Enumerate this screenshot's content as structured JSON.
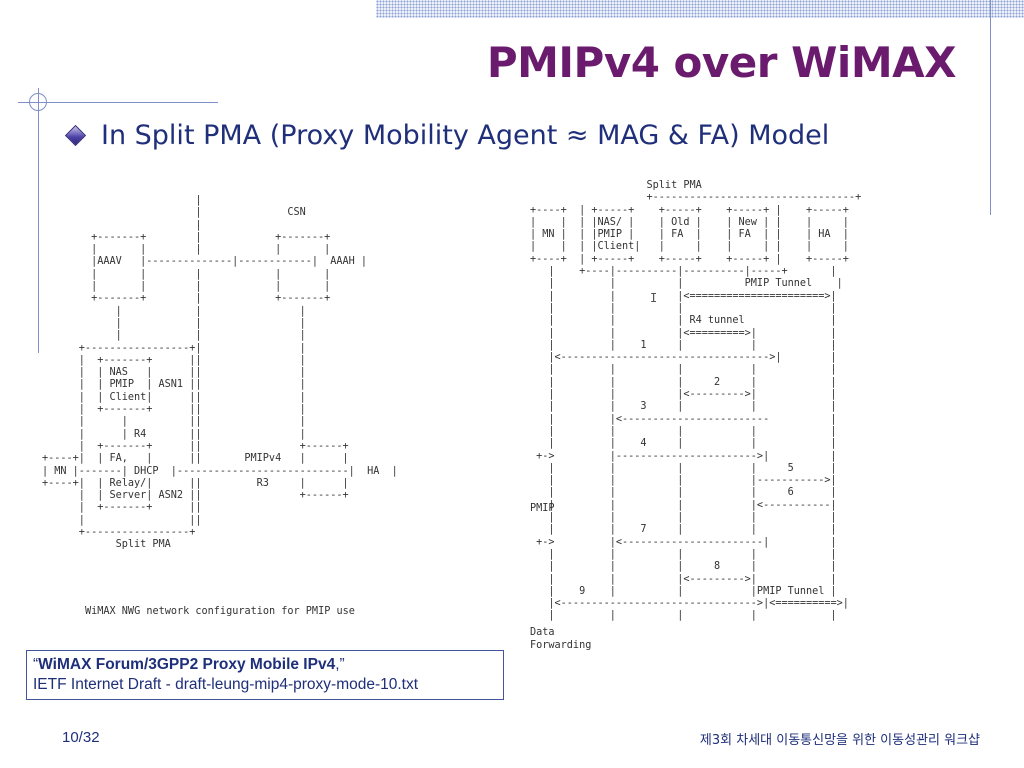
{
  "slide": {
    "title": "PMIPv4 over WiMAX",
    "bullet": "In Split PMA (Proxy Mobility Agent ≈ MAG & FA) Model",
    "bullet_icon": "diamond-bullet-icon",
    "accent_color": "#6a1b6e",
    "text_color": "#1f2f7a"
  },
  "diagram_left": {
    "text": "                         |                                      \n                         |              CSN                     \n                         |                                      \n        +-------+        |            +-------+                 \n        |       |        |            |       |                 \n        |AAAV   |--------------|------------|  AAAH |           \n        |       |        |            |       |                 \n        |       |        |            |       |                 \n        +-------+        |            +-------+                 \n            |            |                |                     \n            |            |                |                     \n            |            |                |                     \n      +-----------------+|                |                     \n      |  +-------+      ||                |                     \n      |  | NAS   |      ||                |                     \n      |  | PMIP  | ASN1 ||                |                     \n      |  | Client|      ||                |                     \n      |  +-------+      ||                |                     \n      |      |          ||                |                     \n      |      | R4       ||                |                     \n      |  +-------+      ||                +------+              \n+----+|  | FA,   |      ||       PMIPv4   |      |              \n| MN |-------| DHCP  |----------------------------|  HA  |      \n+----+|  | Relay/|      ||         R3     |      |              \n      |  | Server| ASN2 ||                +------+              \n      |  +-------+      ||                                      \n      |                 ||                                      \n      +-----------------+                                       \n            Split PMA                                           "
  },
  "diagram_caption": "WiMAX NWG network configuration for PMIP use",
  "diagram_right": {
    "text": "                   Split PMA\n                   +---------------------------------+\n+----+  | +-----+    +-----+    +-----+ |    +-----+\n|    |  | |NAS/ |    | Old |    | New | |    |     |\n| MN |  | |PMIP |    | FA  |    | FA  | |    | HA  |\n|    |  | |Client|   |     |    |     | |    |     |\n+----+  | +-----+    +-----+    +-----+ |    +-----+\n   |    +----|----------|----------|-----+       |\n   |         |          |          PMIP Tunnel    |\n   |         |          |<======================>|\n   |         |          |                        |\n   |         |          | R4 tunnel              |\n   |         |          |<=========>|            |\n   |         |    1     |           |            |\n   |<---------------------------------->|        |\n   |         |          |           |            |\n   |         |          |     2     |            |\n   |         |          |<--------->|            |\n   |         |    3     |           |            |\n   |         |<------------------------          |\n   |         |          |           |            |\n   |         |    4     |           |            |\n +->         |----------------------->|          |\n   |         |          |           |     5      |\n   |         |          |           |----------->|\n   |         |          |           |     6      |\n   |         |          |           |<-----------|\n   |         |          |           |            |\n   |         |    7     |           |            |\n +->         |<-----------------------|          |\n   |         |          |           |            |\n   |         |          |     8     |            |\n   |         |          |<--------->|            |\n   |    9    |          |           |PMIP Tunnel |\n   |<-------------------------------->|<==========>|\n   |         |          |           |            |",
    "pmip_label": "PMIP",
    "data_label": "Data",
    "forwarding_label": "Forwarding",
    "cursor_glyph": "I"
  },
  "reference": {
    "quote_open": "“",
    "title_bold": "WiMAX Forum/3GPP2 Proxy Mobile IPv4",
    "quote_close": ",”",
    "line2": "IETF Internet Draft - draft-leung-mip4-proxy-mode-10.txt"
  },
  "footer": {
    "page_number": "10/32",
    "event_name": "제3회 차세대 이동통신망을 위한 이동성관리 워크샵"
  }
}
